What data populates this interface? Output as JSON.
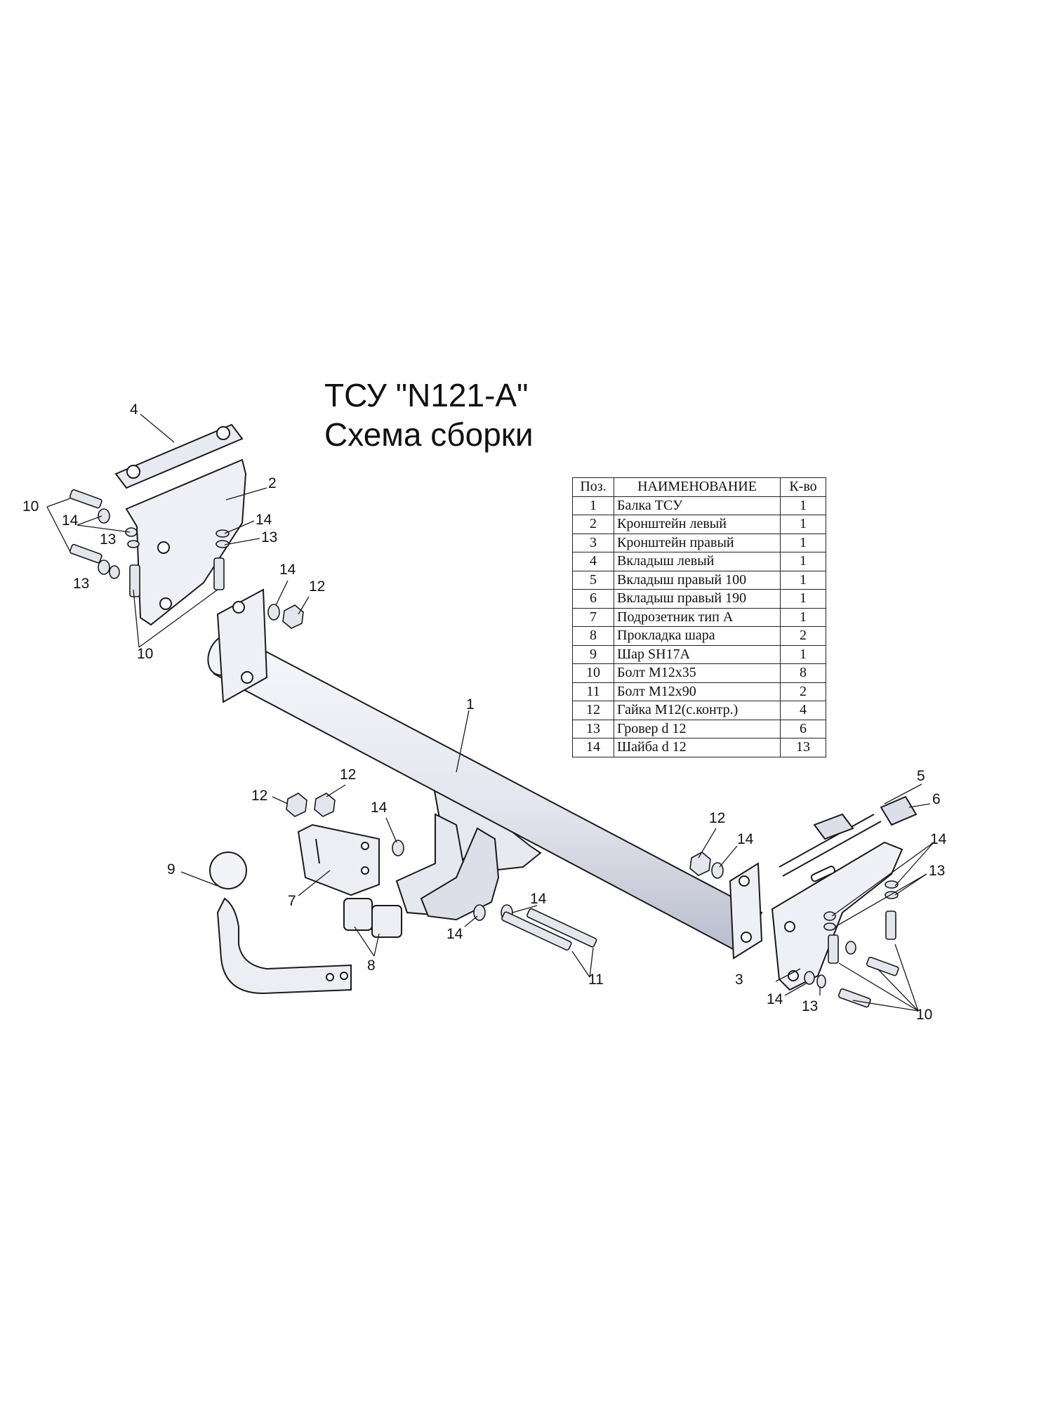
{
  "title": {
    "line1": "ТСУ \"N121-A\"",
    "line2": "Схема сборки"
  },
  "table": {
    "headers": [
      "Поз.",
      "НАИМЕНОВАНИЕ",
      "К-во"
    ],
    "rows": [
      {
        "pos": "1",
        "name": "Балка ТСУ",
        "qty": "1"
      },
      {
        "pos": "2",
        "name": "Кронштейн левый",
        "qty": "1"
      },
      {
        "pos": "3",
        "name": "Кронштейн правый",
        "qty": "1"
      },
      {
        "pos": "4",
        "name": "Вкладыш левый",
        "qty": "1"
      },
      {
        "pos": "5",
        "name": "Вкладыш правый 100",
        "qty": "1"
      },
      {
        "pos": "6",
        "name": "Вкладыш правый 190",
        "qty": "1"
      },
      {
        "pos": "7",
        "name": "Подрозетник тип А",
        "qty": "1"
      },
      {
        "pos": "8",
        "name": "Прокладка шара",
        "qty": "2"
      },
      {
        "pos": "9",
        "name": "Шар SH17A",
        "qty": "1"
      },
      {
        "pos": "10",
        "name": "Болт М12х35",
        "qty": "8"
      },
      {
        "pos": "11",
        "name": "Болт М12х90",
        "qty": "2"
      },
      {
        "pos": "12",
        "name": "Гайка М12(с.контр.)",
        "qty": "4"
      },
      {
        "pos": "13",
        "name": "Гровер d 12",
        "qty": "6"
      },
      {
        "pos": "14",
        "name": "Шайба d 12",
        "qty": "13"
      }
    ]
  },
  "callouts": {
    "p1": "1",
    "p2": "2",
    "p3": "3",
    "p4": "4",
    "p5": "5",
    "p6": "6",
    "p7": "7",
    "p8": "8",
    "p9": "9",
    "p10": "10",
    "p11": "11",
    "p12": "12",
    "p13": "13",
    "p14": "14"
  },
  "colors": {
    "line": "#1a1a1a",
    "part_fill": "#eef0f6",
    "part_shade": "#c9ccd8"
  }
}
